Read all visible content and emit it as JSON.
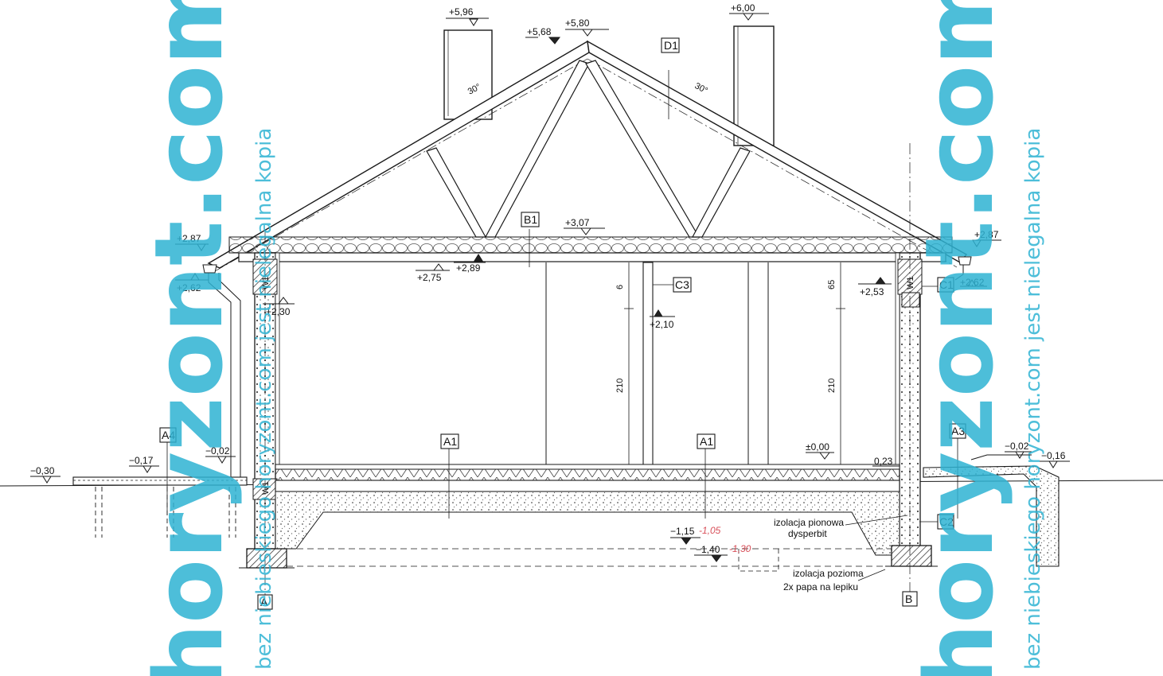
{
  "levels": {
    "chimney_left": "+5,96",
    "ridge_left": "+5,68",
    "ridge_top": "+5,80",
    "chimney_right": "+6,00",
    "ceiling_top": "+3,07",
    "ceiling_bottom": "+2,89",
    "ceiling_outer": "+2,75",
    "eave_left_top": "+2,87",
    "eave_left_bottom": "+2,62",
    "wall_left": "+2,30",
    "eave_right_top": "+2,87",
    "eave_right_bottom": "+2,62",
    "wall_right": "+2,53",
    "opening_top": "+2,10",
    "floor": "±0,00",
    "ground_left_far": "−0,30",
    "ground_left_mid": "−0,17",
    "ground_left_near": "−0,02",
    "ground_right_near": "−0,02",
    "ground_right_far": "−0,16",
    "floor_step": "0,23",
    "foundation_mid": "−1,15",
    "foundation_low": "−1,40",
    "red_mid": "-1,05",
    "red_low": "-1,30"
  },
  "tags": {
    "d1": "D1",
    "b1": "B1",
    "c3": "C3",
    "c1": "C1",
    "c2": "C2",
    "a1_left": "A1",
    "a1_right": "A1",
    "a3": "A3",
    "a4": "A4",
    "axis_a": "A",
    "axis_b": "B"
  },
  "dimensions": {
    "left_header": "6",
    "left_height": "210",
    "right_header": "65",
    "right_height": "210",
    "roof_angle_left": "30°",
    "roof_angle_right": "30°",
    "wall_label_1": "W1",
    "wall_label_2": "W1",
    "wall_label_3": "W1"
  },
  "notes": {
    "vertical_insulation_1": "izolacja pionowa",
    "vertical_insulation_2": "dysperbit",
    "horizontal_insulation_1": "izolacja pozioma",
    "horizontal_insulation_2": "2x papa na lepiku"
  },
  "watermark": {
    "brand": "horyzont.com",
    "line": "bez niebieskiego horyzont.com jest nielegalna kopia"
  },
  "colors": {
    "line": "#1a1a1a",
    "watermark": "#2fb3d3",
    "annotation_red": "#d8505a"
  }
}
